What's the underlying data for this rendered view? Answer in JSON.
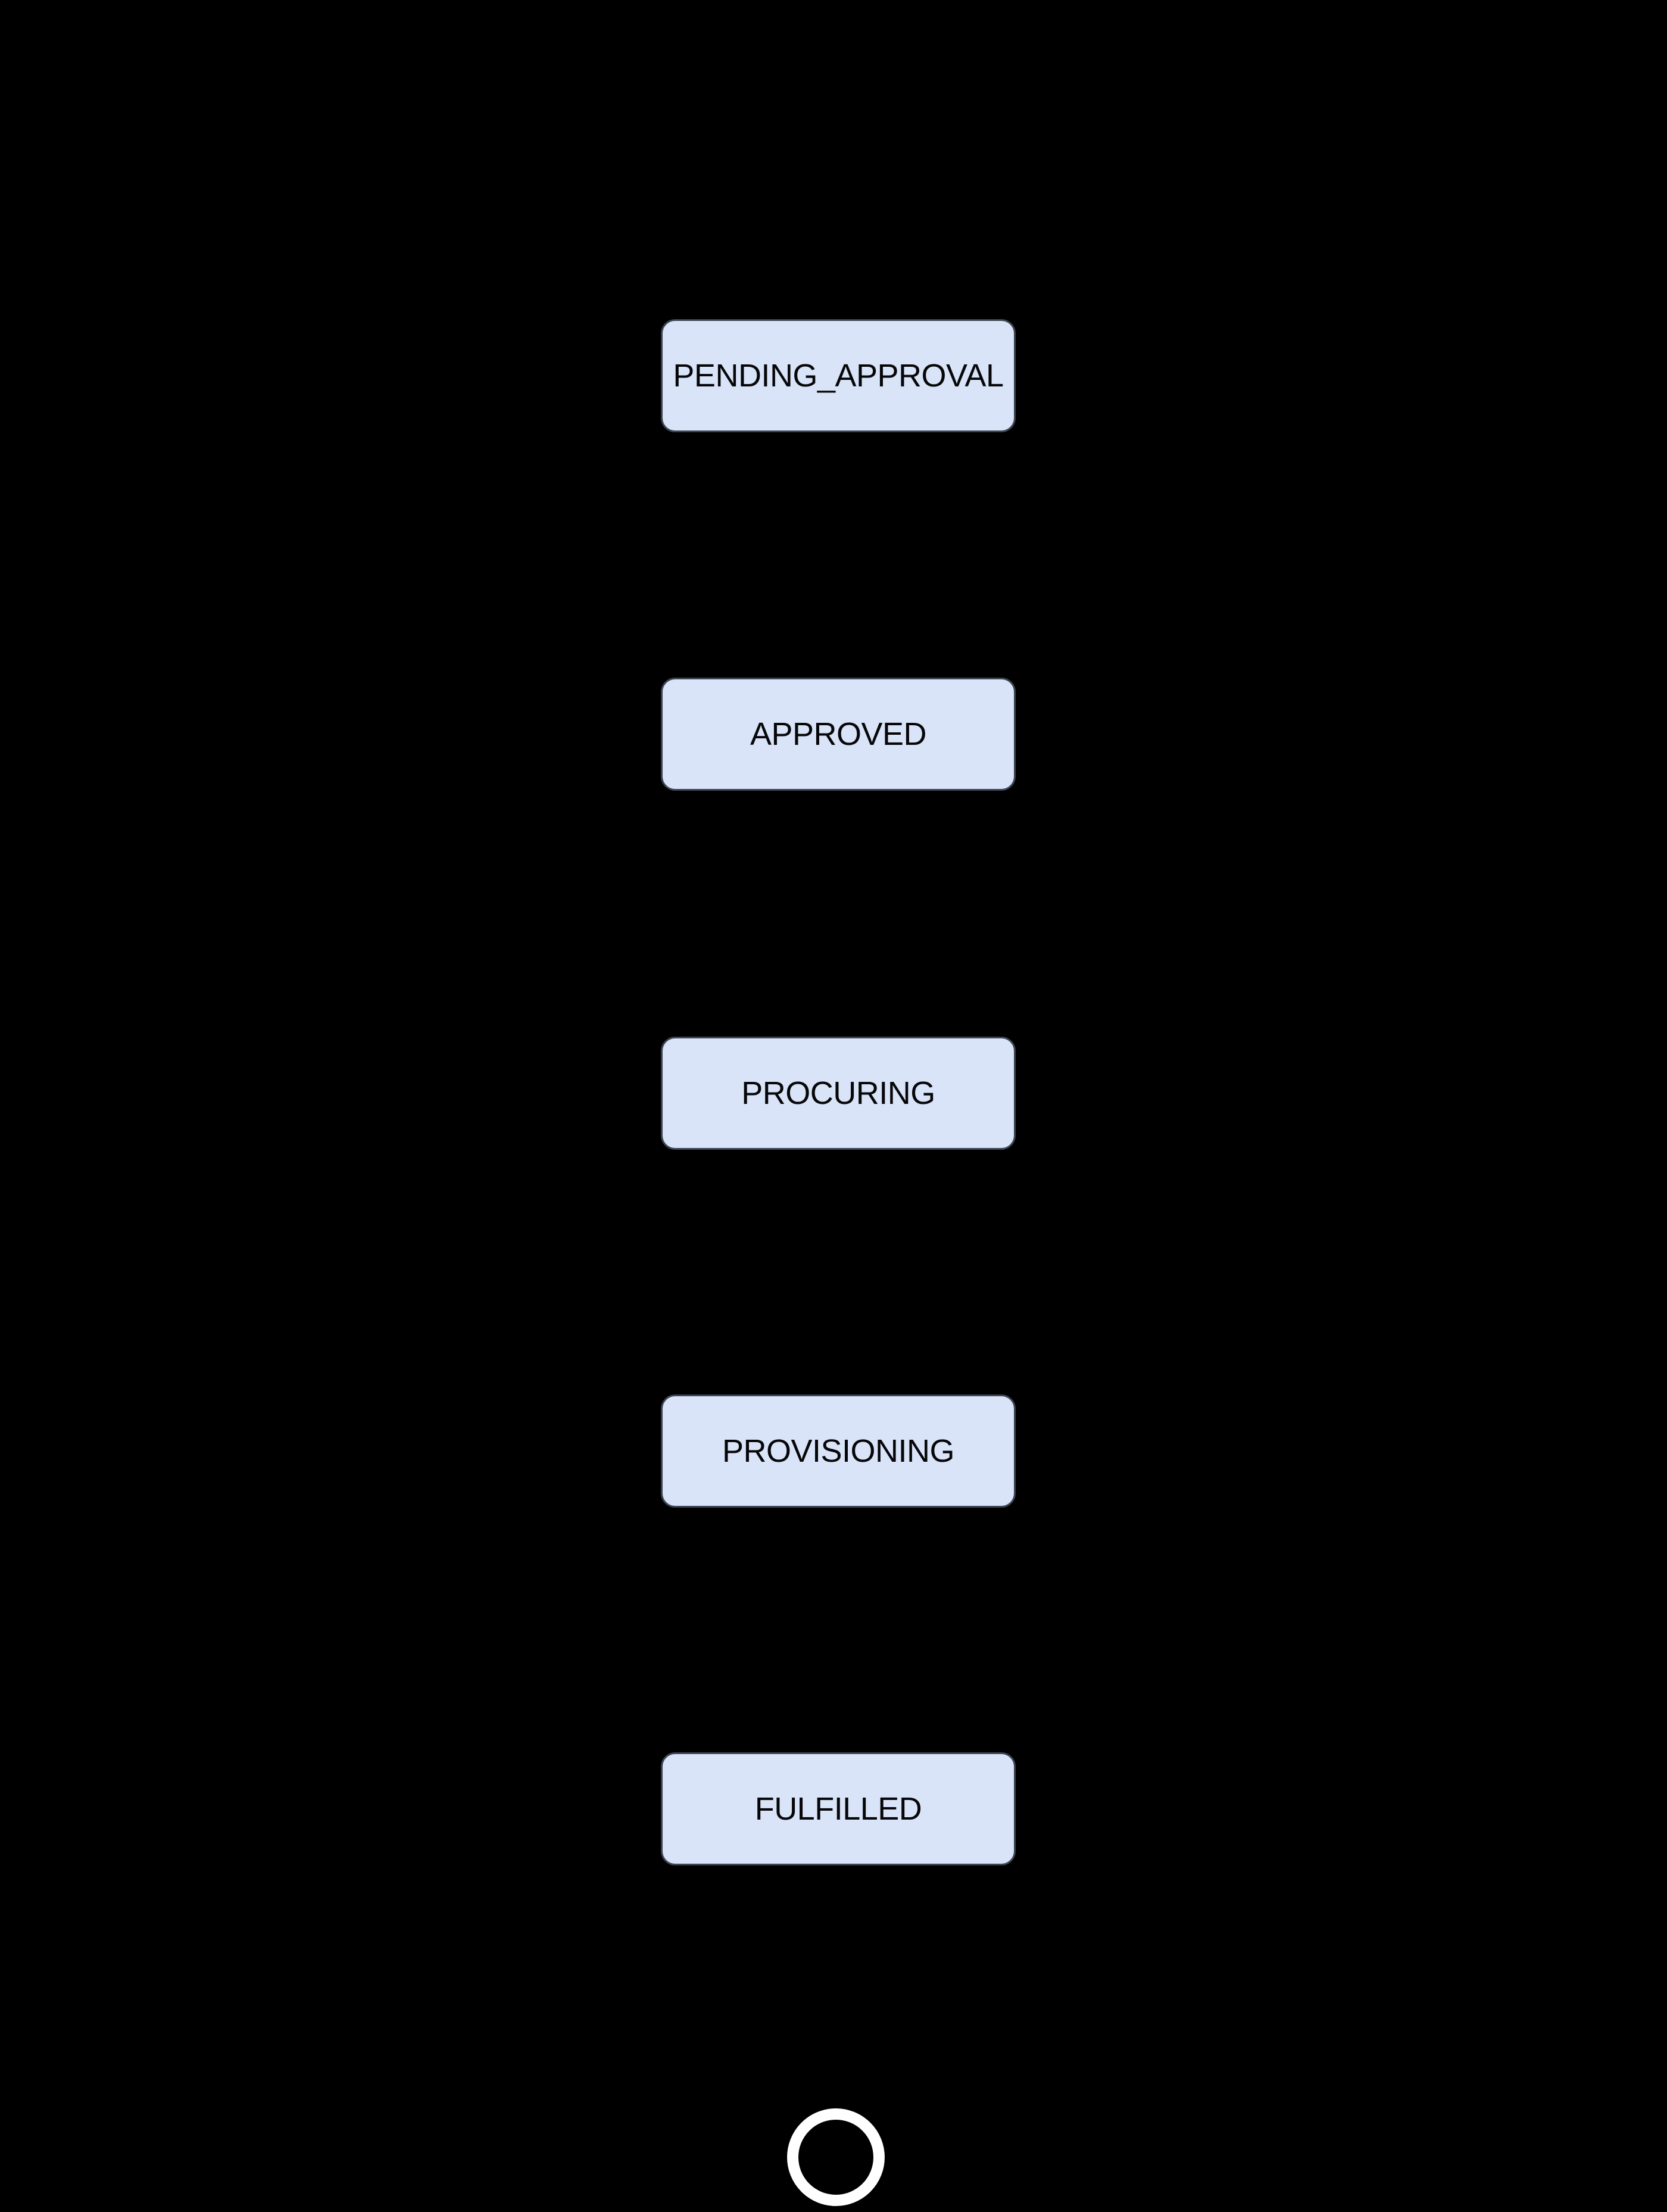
{
  "diagram": {
    "kind": "state-flow-diagram",
    "background_color": "#000000",
    "node_fill_color": "#d9e4f8",
    "node_border_color": "#3c4654",
    "node_text_color": "#070709",
    "final_ring_color": "#ffffff",
    "states": [
      {
        "label": "PENDING_APPROVAL"
      },
      {
        "label": "APPROVED"
      },
      {
        "label": "PROCURING"
      },
      {
        "label": "PROVISIONING"
      },
      {
        "label": "FULFILLED"
      }
    ],
    "final_state": {
      "shape": "ring"
    }
  }
}
